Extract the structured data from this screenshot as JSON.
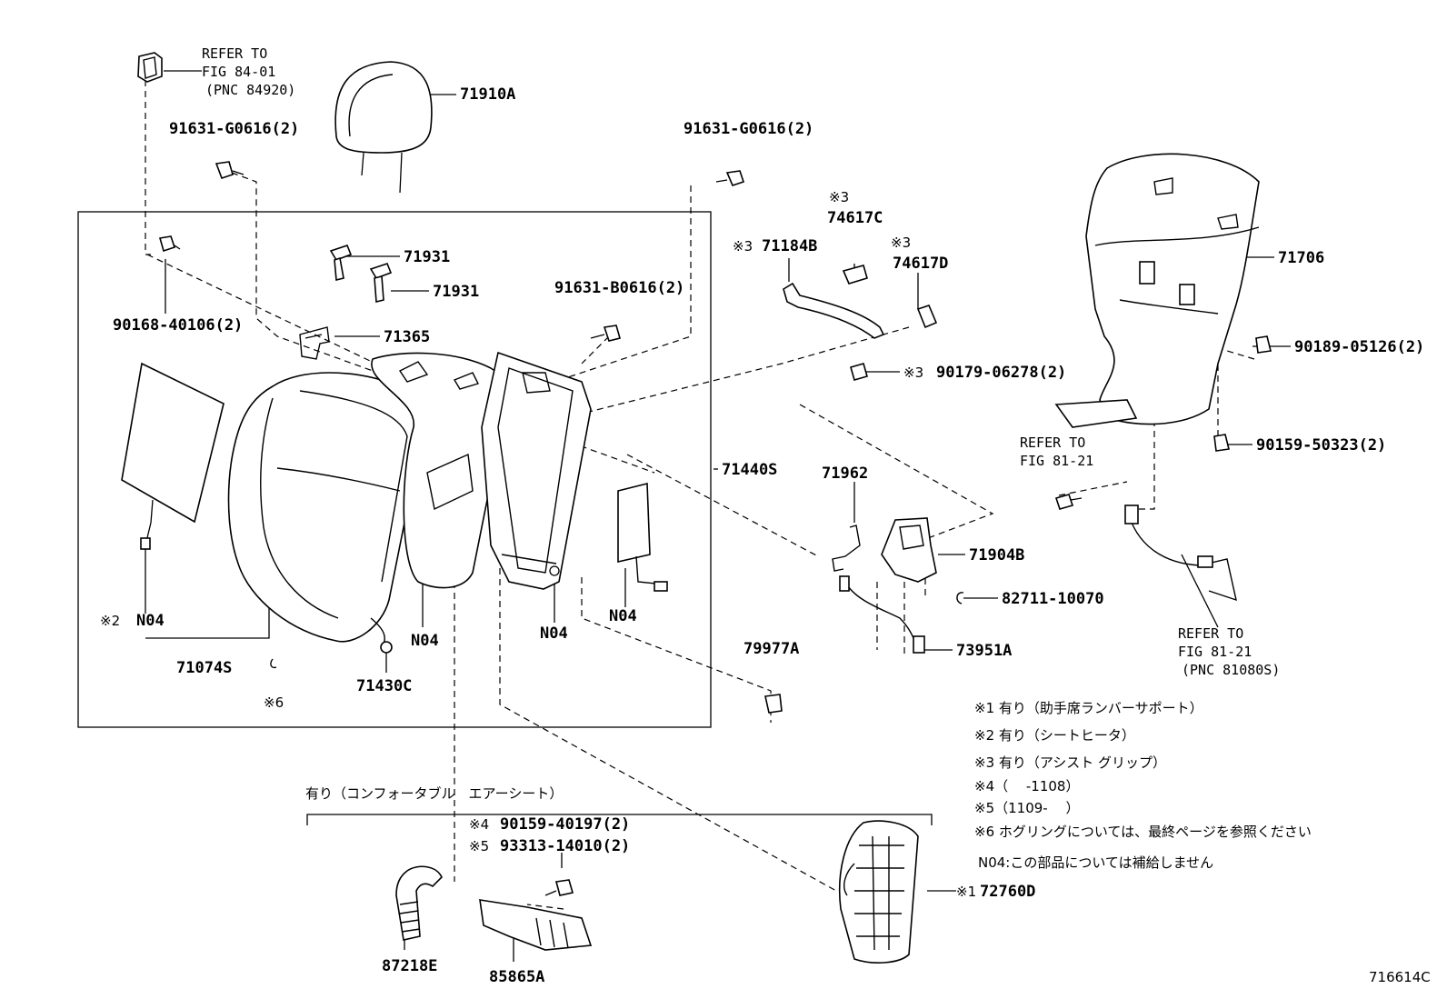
{
  "labels": {
    "refer_top": "REFER TO",
    "refer_top_fig": "FIG 84-01",
    "refer_top_pnc": "(PNC 84920)",
    "p71910A": "71910A",
    "p91631_G0616_left": "91631-G0616(2)",
    "p91631_G0616_right": "91631-G0616(2)",
    "p71931_a": "71931",
    "p71931_b": "71931",
    "p91631_B0616": "91631-B0616(2)",
    "p90168": "90168-40106(2)",
    "p71365": "71365",
    "p71440S": "71440S",
    "n04_heater": "N04",
    "mark2": "※2",
    "p71074S": "71074S",
    "n04_a": "N04",
    "n04_b": "N04",
    "n04_c": "N04",
    "p71430C": "71430C",
    "mark6": "※6",
    "mark3_a": "※3",
    "p74617C": "74617C",
    "mark3_b": "※3",
    "p71184B": "71184B",
    "mark3_c": "※3",
    "p74617D": "74617D",
    "mark3_d": "※3",
    "p90179": "90179-06278(2)",
    "p71962": "71962",
    "p71904B": "71904B",
    "p82711": "82711-10070",
    "p73951A": "73951A",
    "p79977A": "79977A",
    "p71706": "71706",
    "p90189": "90189-05126(2)",
    "p90159_50323": "90159-50323(2)",
    "refer_mid": "REFER TO",
    "refer_mid_fig": "FIG 81-21",
    "refer_low": "REFER TO",
    "refer_low_fig": "FIG 81-21",
    "refer_low_pnc": "(PNC 81080S)",
    "comfort_title": "有り（コンフォータブル　エアーシート）",
    "mark4": "※4",
    "p90159_40197": "90159-40197(2)",
    "mark5": "※5",
    "p93313": "93313-14010(2)",
    "p87218E": "87218E",
    "p85865A": "85865A",
    "mark1": "※1",
    "p72760D": "72760D",
    "figure_id": "716614C"
  },
  "notes": [
    "※1 有り（助手席ランバーサポート）",
    "※2 有り（シートヒータ）",
    "※3 有り（アシスト グリップ）",
    "※4（　 -1108）",
    "※5（1109-　 ）",
    "※6 ホグリングについては、最終ページを参照ください",
    "N04:この部品については補給しません"
  ]
}
